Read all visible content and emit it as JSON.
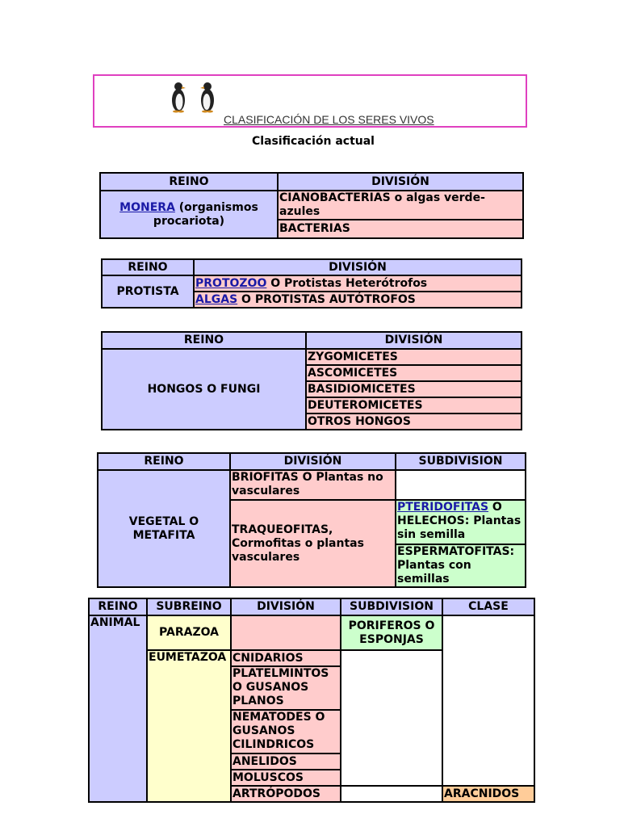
{
  "header": {
    "title": "CLASIFICACIÓN DE LOS SERES VIVOS",
    "subtitle": "Clasificación actual"
  },
  "colors": {
    "header_border": "#e040c0",
    "kingdom_bg": "#ccccff",
    "division_bg": "#ffcccc",
    "subdivision_bg": "#ccffcc",
    "subreino_bg": "#ffffcc",
    "clase_bg": "#ffcc99",
    "link": "#1a1aa6"
  },
  "icons": [
    "penguin-icon",
    "penguin-icon"
  ],
  "table1": {
    "headers": [
      "REINO",
      "DIVISIÓN"
    ],
    "reino_link": "MONERA",
    "reino_rest": " (organismos procariota)",
    "divisions": [
      "CIANOBACTERIAS o algas verde-azules",
      "BACTERIAS"
    ]
  },
  "table2": {
    "headers": [
      "REINO",
      "DIVISIÓN"
    ],
    "reino": "PROTISTA",
    "rows": [
      {
        "link": "PROTOZOO",
        "rest": " O Protistas Heterótrofos"
      },
      {
        "link": "ALGAS",
        "rest": " O PROTISTAS AUTÓTROFOS"
      }
    ]
  },
  "table3": {
    "headers": [
      "REINO",
      "DIVISIÓN"
    ],
    "reino": "HONGOS O FUNGI",
    "divisions": [
      "ZYGOMICETES",
      "ASCOMICETES",
      "BASIDIOMICETES",
      "DEUTEROMICETES",
      "OTROS HONGOS"
    ]
  },
  "table4": {
    "headers": [
      "REINO",
      "DIVISIÓN",
      "SUBDIVISION"
    ],
    "reino": "VEGETAL O METAFITA",
    "div1": "BRIOFITAS O Plantas no vasculares",
    "div2": "TRAQUEOFITAS, Cormofitas o plantas vasculares",
    "sub1_link": "PTERIDOFITAS",
    "sub1_rest": " O HELECHOS: Plantas sin semilla",
    "sub2": "ESPERMATOFITAS: Plantas con semillas"
  },
  "table5": {
    "headers": [
      "REINO",
      "SUBREINO",
      "DIVISIÓN",
      "SUBDIVISION",
      "CLASE"
    ],
    "reino": "ANIMAL",
    "subreino1": "PARAZOA",
    "subreino2": "EUMETAZOA",
    "subdiv1": "PORIFEROS O ESPONJAS",
    "divisions": [
      "CNIDARIOS",
      "PLATELMINTOS O GUSANOS PLANOS",
      "NEMATODES O GUSANOS CILINDRICOS",
      "ANELIDOS",
      "MOLUSCOS",
      "ARTRÓPODOS"
    ],
    "clase": "ARACNIDOS"
  }
}
